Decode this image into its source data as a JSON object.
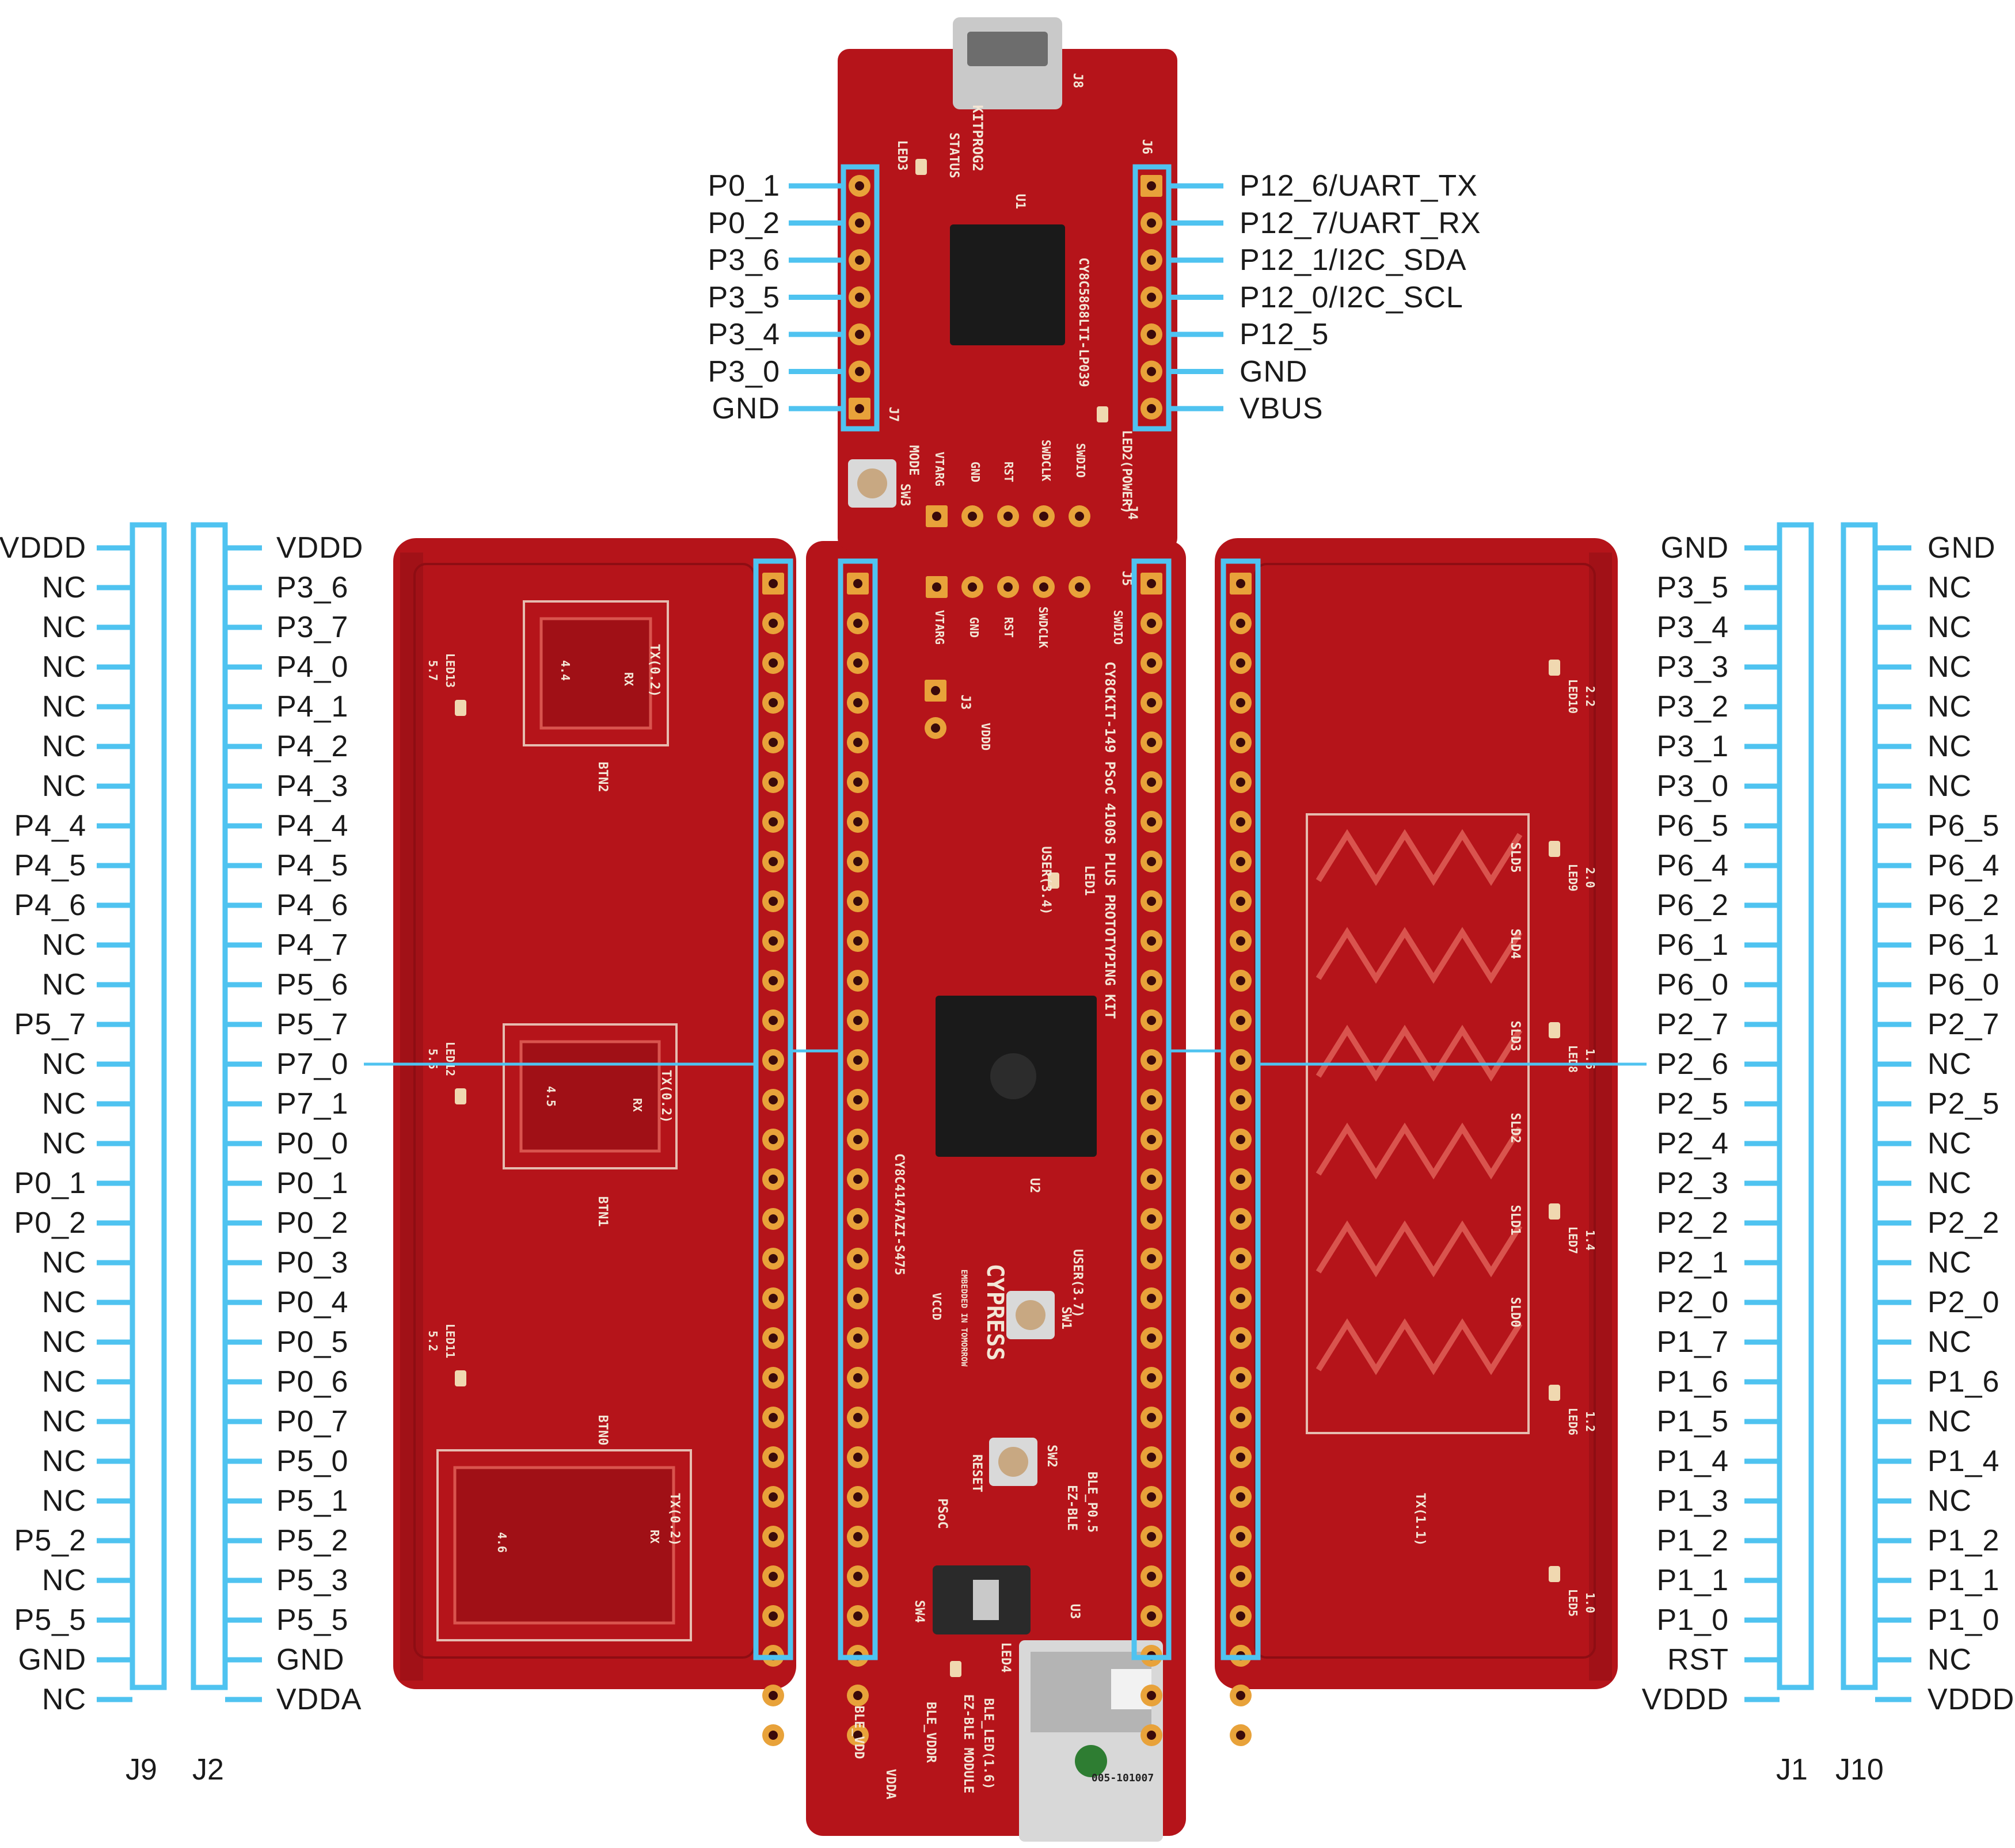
{
  "colors": {
    "pin_line": "#4fc3f0",
    "pcb": "#b5141a",
    "pcb_dark": "#8e0d13",
    "pad": "#e8a23a",
    "silk": "#f3e6d6",
    "chip": "#1a1a1a"
  },
  "connectors": {
    "J9": {
      "label": "J9",
      "pins": [
        "VDDD",
        "NC",
        "NC",
        "NC",
        "NC",
        "NC",
        "NC",
        "P4_4",
        "P4_5",
        "P4_6",
        "NC",
        "NC",
        "P5_7",
        "NC",
        "NC",
        "NC",
        "P0_1",
        "P0_2",
        "NC",
        "NC",
        "NC",
        "NC",
        "NC",
        "NC",
        "NC",
        "P5_2",
        "NC",
        "P5_5",
        "GND",
        "NC"
      ]
    },
    "J2": {
      "label": "J2",
      "pins": [
        "VDDD",
        "P3_6",
        "P3_7",
        "P4_0",
        "P4_1",
        "P4_2",
        "P4_3",
        "P4_4",
        "P4_5",
        "P4_6",
        "P4_7",
        "P5_6",
        "P5_7",
        "P7_0",
        "P7_1",
        "P0_0",
        "P0_1",
        "P0_2",
        "P0_3",
        "P0_4",
        "P0_5",
        "P0_6",
        "P0_7",
        "P5_0",
        "P5_1",
        "P5_2",
        "P5_3",
        "P5_5",
        "GND",
        "VDDA"
      ]
    },
    "J1": {
      "label": "J1",
      "pins": [
        "GND",
        "P3_5",
        "P3_4",
        "P3_3",
        "P3_2",
        "P3_1",
        "P3_0",
        "P6_5",
        "P6_4",
        "P6_2",
        "P6_1",
        "P6_0",
        "P2_7",
        "P2_6",
        "P2_5",
        "P2_4",
        "P2_3",
        "P2_2",
        "P2_1",
        "P2_0",
        "P1_7",
        "P1_6",
        "P1_5",
        "P1_4",
        "P1_3",
        "P1_2",
        "P1_1",
        "P1_0",
        "RST",
        "VDDD"
      ]
    },
    "J10": {
      "label": "J10",
      "pins": [
        "GND",
        "NC",
        "NC",
        "NC",
        "NC",
        "NC",
        "NC",
        "P6_5",
        "P6_4",
        "P6_2",
        "P6_1",
        "P6_0",
        "P2_7",
        "NC",
        "P2_5",
        "NC",
        "NC",
        "P2_2",
        "NC",
        "P2_0",
        "NC",
        "P1_6",
        "NC",
        "P1_4",
        "NC",
        "P1_2",
        "P1_1",
        "P1_0",
        "NC",
        "VDDD"
      ]
    },
    "J7": {
      "pins": [
        "P0_1",
        "P0_2",
        "P3_6",
        "P3_5",
        "P3_4",
        "P3_0",
        "GND"
      ]
    },
    "J6": {
      "pins": [
        "P12_6/UART_TX",
        "P12_7/UART_RX",
        "P12_1/I2C_SDA",
        "P12_0/I2C_SCL",
        "P12_5",
        "GND",
        "VBUS"
      ]
    }
  },
  "silkscreen": {
    "j8": "J8",
    "j6": "J6",
    "j7": "J7",
    "kitprog": "KITPROG2",
    "status": "STATUS",
    "led3": "LED3",
    "led2": "LED2(POWER)",
    "u1": "U1",
    "u1_part": "CY8C5868LTI-LP039",
    "mode": "MODE",
    "sw3": "SW3",
    "j4": "J4",
    "j5": "J5",
    "j3": "J3",
    "vtarg": "VTARG",
    "gnd": "GND",
    "rst": "RST",
    "swdclk": "SWDCLK",
    "swdio": "SWDIO",
    "vddd": "VDDD",
    "kit_name": "CY8CKIT-149 PSoC 4100S PLUS PROTOTYPING KIT",
    "u2": "U2",
    "u2_part": "CY8C4147AZI-S475",
    "user34": "USER(3.4)",
    "led1": "LED1",
    "user37": "USER(3.7)",
    "sw1": "SW1",
    "reset": "RESET",
    "sw2": "SW2",
    "ezble": "EZ-BLE",
    "ble_p05": "BLE_P0.5",
    "psoc": "PSoC",
    "sw4": "SW4",
    "u3": "U3",
    "led4": "LED4",
    "ble_vdd": "BLE_VDD",
    "ble_vddr": "BLE_VDDR",
    "vdda": "VDDA",
    "ezble_module": "EZ-BLE MODULE",
    "ble_led": "BLE_LED(1.6)",
    "cypress": "CYPRESS",
    "tagline": "EMBEDDED IN TOMORROW",
    "vccd": "VCCD",
    "btn0": "BTN0",
    "btn1": "BTN1",
    "btn2": "BTN2",
    "tx02": "TX(0.2)",
    "rx": "RX",
    "tx11": "TX(1.1)",
    "led13": "LED13",
    "led13v": "5.7",
    "led12": "LED12",
    "led12v": "5.5",
    "led11": "LED11",
    "led11v": "5.2",
    "led10": "LED10",
    "led10v": "2.2",
    "led9": "LED9",
    "led9v": "2.0",
    "led8": "LED8",
    "led8v": "1.6",
    "led7": "LED7",
    "led7v": "1.4",
    "led6": "LED6",
    "led6v": "1.2",
    "led5": "LED5",
    "led5v": "1.0",
    "sld0": "SLD0",
    "sld1": "SLD1",
    "sld2": "SLD2",
    "sld3": "SLD3",
    "sld4": "SLD4",
    "sld5": "SLD5",
    "btn_s44": "4.4",
    "btn_s45": "4.5",
    "btn_s46": "4.6",
    "module_id": "005-101007"
  }
}
